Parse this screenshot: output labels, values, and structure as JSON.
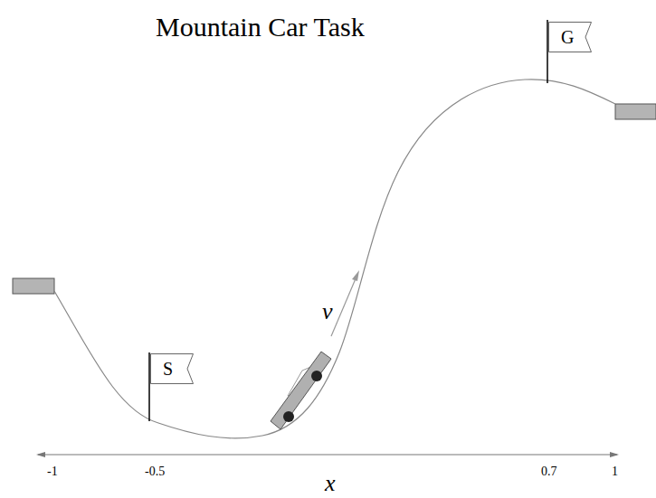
{
  "diagram": {
    "title": "Mountain Car Task",
    "nodes": [
      {
        "text": [
          "S"
        ]
      },
      {
        "text": [
          "G"
        ]
      }
    ],
    "labels": [
      "v",
      "-1",
      "-0.5",
      "0.7",
      "1",
      "x"
    ]
  }
}
